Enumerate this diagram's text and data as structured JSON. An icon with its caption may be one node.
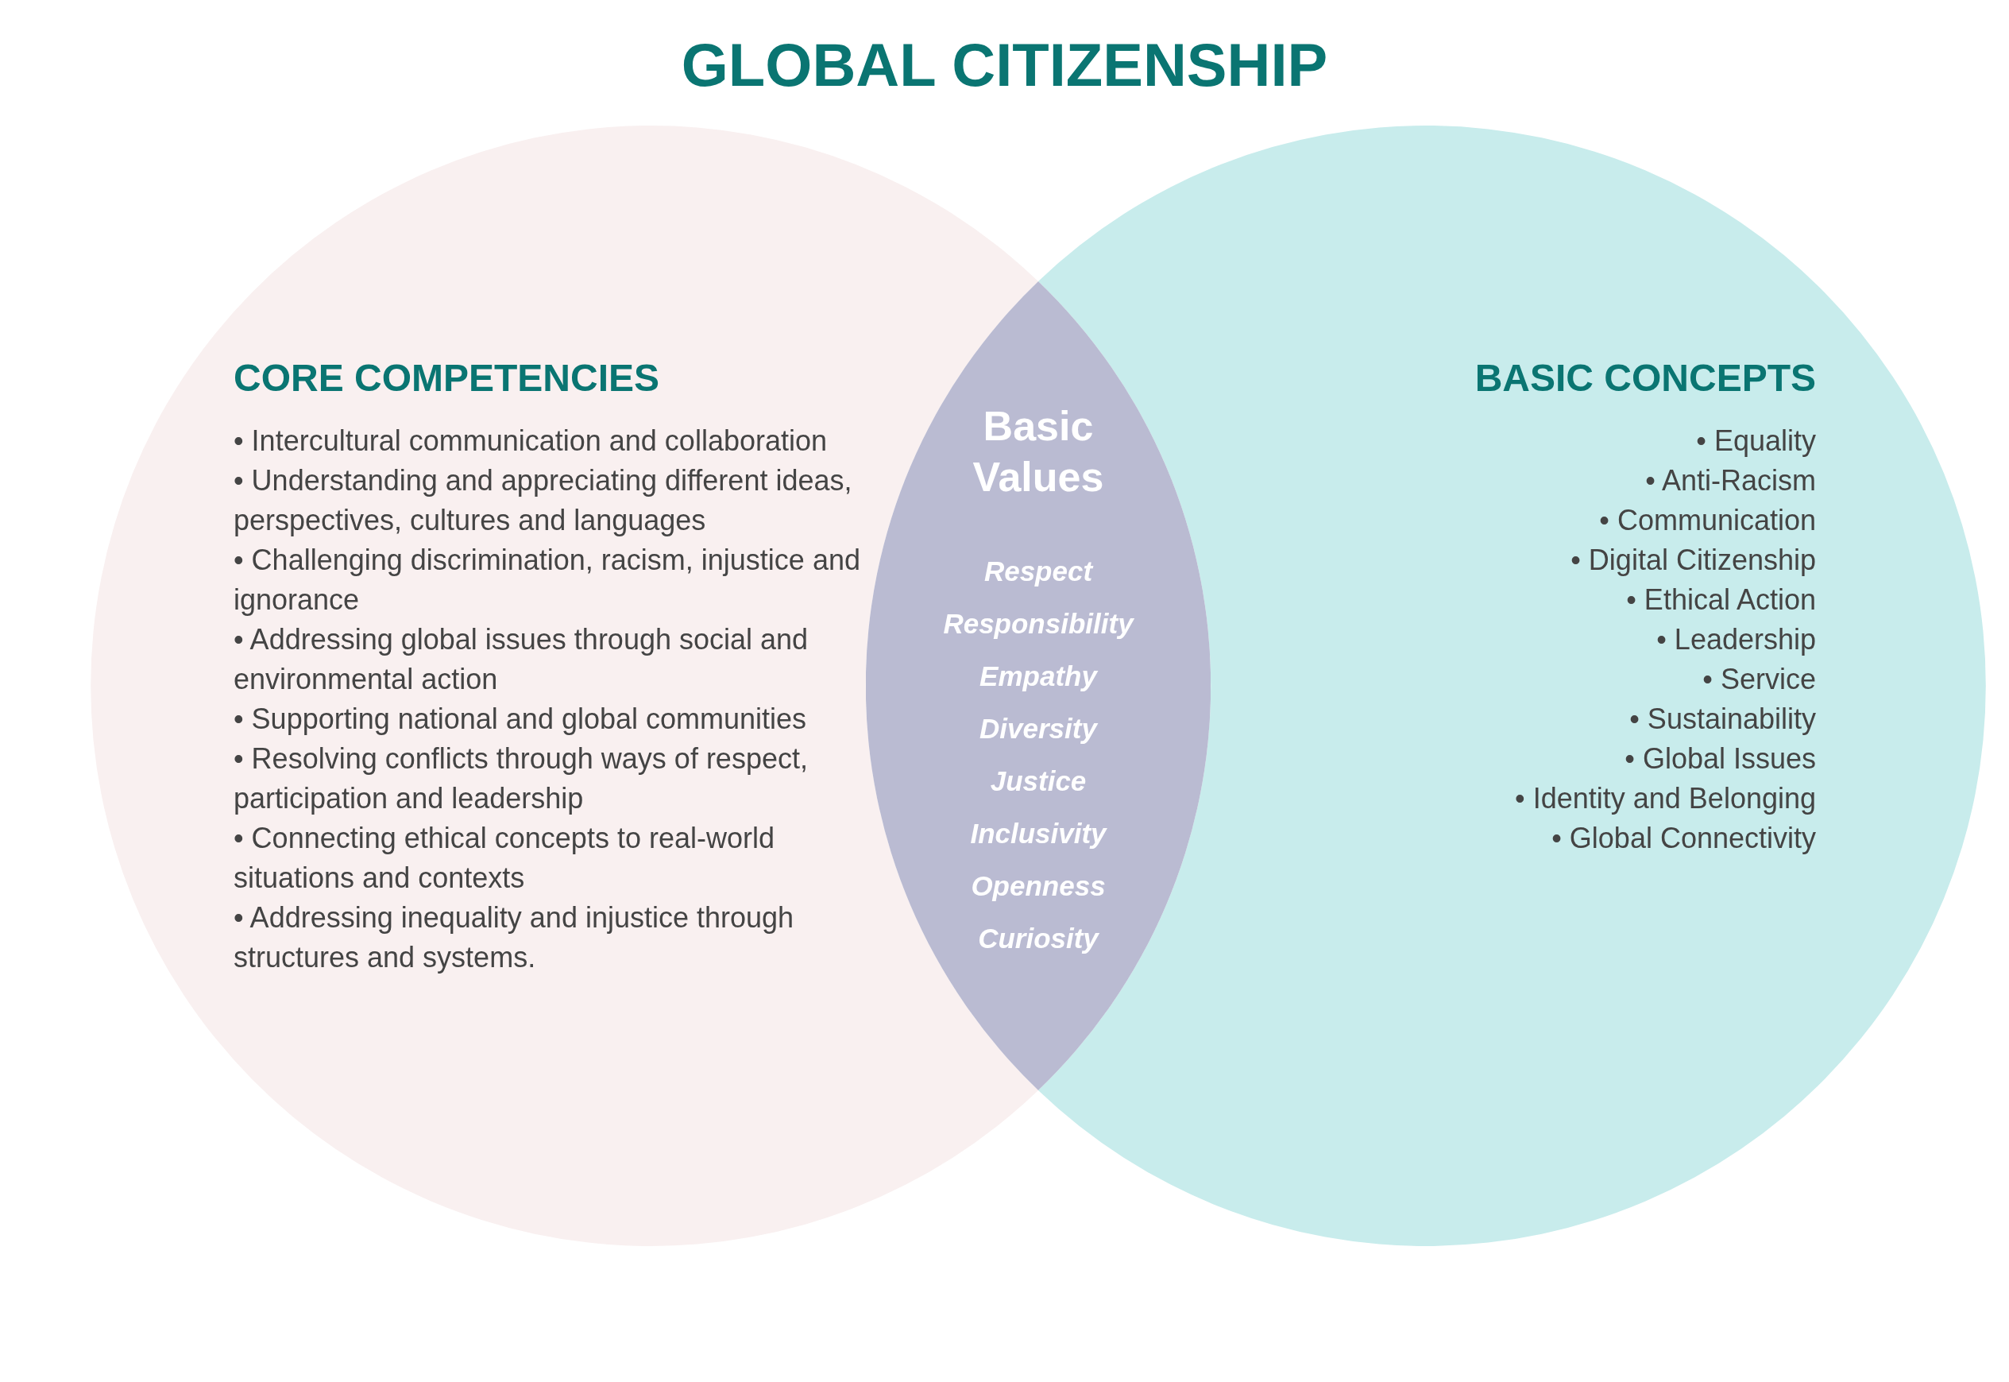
{
  "diagram": {
    "title": "GLOBAL CITIZENSHIP",
    "nodes": [
      {
        "text": [
          "CORE COMPETENCIES",
          "• Intercultural communication and collaboration",
          "• Understanding and appreciating different ideas, perspectives, cultures and languages",
          "• Challenging discrimination, racism, injustice and ignorance",
          "• Addressing global issues through social and environmental action",
          "• Supporting national and global communities",
          "• Resolving conflicts through ways of respect, participation and leadership",
          "• Connecting ethical concepts to real-world situations and contexts",
          "• Addressing inequality and injustice through structures and systems."
        ]
      },
      {
        "text": [
          "BASIC CONCEPTS",
          "• Equality",
          "• Anti-Racism",
          "• Communication",
          "• Digital Citizenship",
          "• Ethical Action",
          "• Leadership",
          "• Service",
          "• Sustainability",
          "• Global Issues",
          "• Identity and Belonging",
          "• Global Connectivity"
        ]
      },
      {
        "text": [
          "Basic Values",
          "Respect",
          "Responsibility",
          "Empathy",
          "Diversity",
          "Justice",
          "Inclusivity",
          "Openness",
          "Curiosity"
        ]
      }
    ],
    "edges": []
  }
}
